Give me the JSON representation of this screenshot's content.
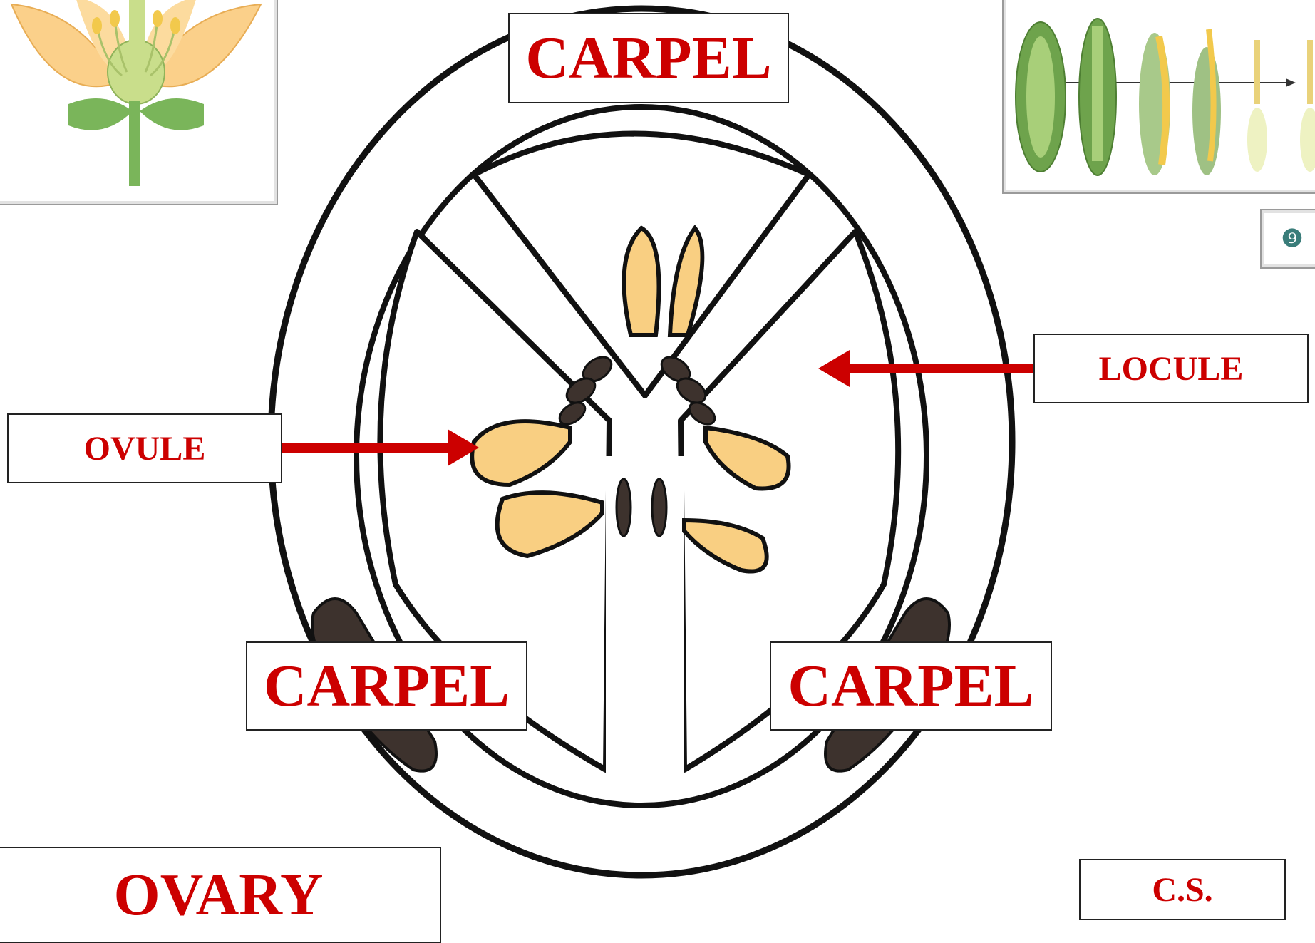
{
  "labels": {
    "carpel_top": "CARPEL",
    "carpel_left": "CARPEL",
    "carpel_right": "CARPEL",
    "locule": "LOCULE",
    "ovule": "OVULE",
    "ovary": "OVARY",
    "cs": "C.S."
  },
  "colors": {
    "label_text": "#cc0000",
    "arrow": "#cc0000",
    "ovule_fill": "#f9cf82",
    "dark_tissue": "#3d322d",
    "outline": "#111111",
    "petal": "#fbd08a",
    "leaf_green": "#7ab55a"
  },
  "icons": {
    "flower": "flower-icon",
    "carpel_series": "carpel-evolution-icon",
    "nav": "nav-button-icon"
  }
}
